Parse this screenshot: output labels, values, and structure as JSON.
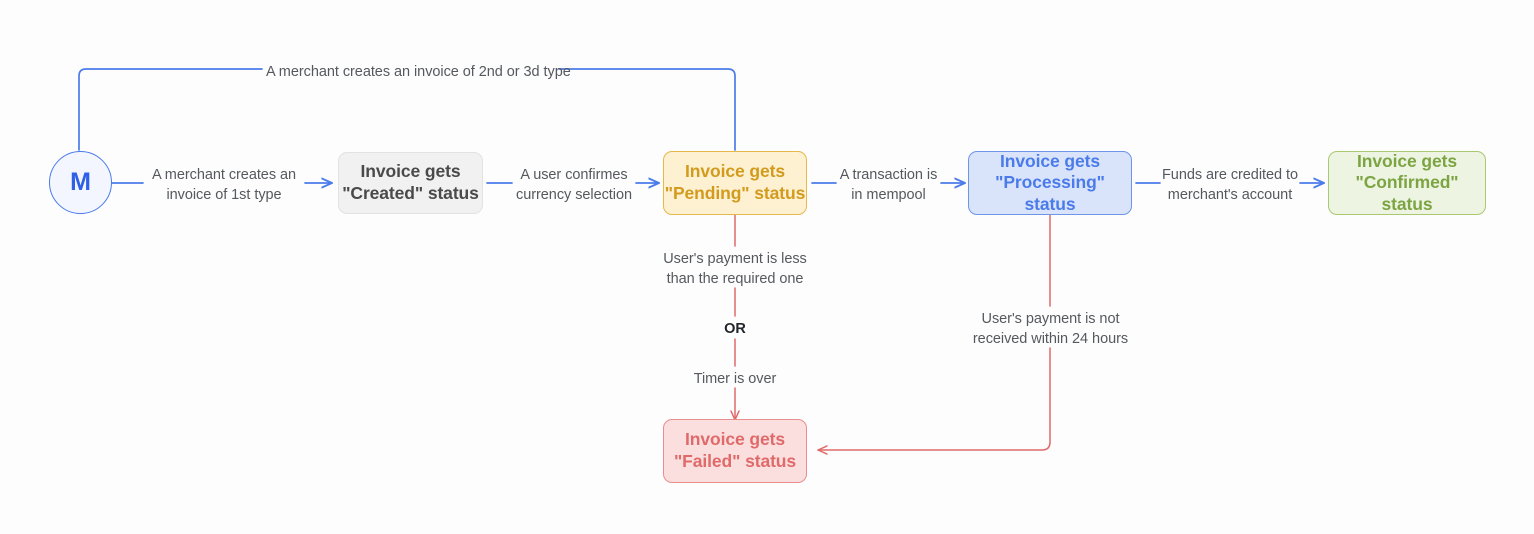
{
  "diagram": {
    "title": "Invoice status lifecycle flow",
    "background": "#fdfdfd",
    "colors": {
      "blue": "#4b7bea",
      "yellow": "#d29b1d",
      "green": "#7da442",
      "red": "#e06a6a",
      "gray": "#4a4a4a"
    }
  },
  "nodes": {
    "merchant": {
      "label": "M"
    },
    "created": {
      "line1": "Invoice gets",
      "line2": "\"Created\" status"
    },
    "pending": {
      "line1": "Invoice gets",
      "line2": "\"Pending\" status"
    },
    "processing": {
      "line1": "Invoice gets",
      "line2": "\"Processing\" status"
    },
    "confirmed": {
      "line1": "Invoice gets",
      "line2": "\"Confirmed\" status"
    },
    "failed": {
      "line1": "Invoice gets",
      "line2": "\"Failed\" status"
    }
  },
  "edge_labels": {
    "merchant_to_created": {
      "line1": "A merchant creates an",
      "line2": "invoice of 1st type"
    },
    "created_to_pending": {
      "line1": "A user confirmes",
      "line2": "currency selection"
    },
    "pending_to_processing": {
      "line1": "A transaction is",
      "line2": "in mempool"
    },
    "processing_to_confirmed": {
      "line1": "Funds are credited to",
      "line2": "merchant's account"
    },
    "merchant_bypass": {
      "line1": "A merchant creates an invoice of 2nd or 3d type"
    },
    "pending_underpaid": {
      "line1": "User's payment is less",
      "line2": "than the required one"
    },
    "or_separator": {
      "line1": "OR"
    },
    "timer_over": {
      "line1": "Timer is over"
    },
    "processing_timeout": {
      "line1": "User's payment is not",
      "line2": "received within 24 hours"
    }
  }
}
